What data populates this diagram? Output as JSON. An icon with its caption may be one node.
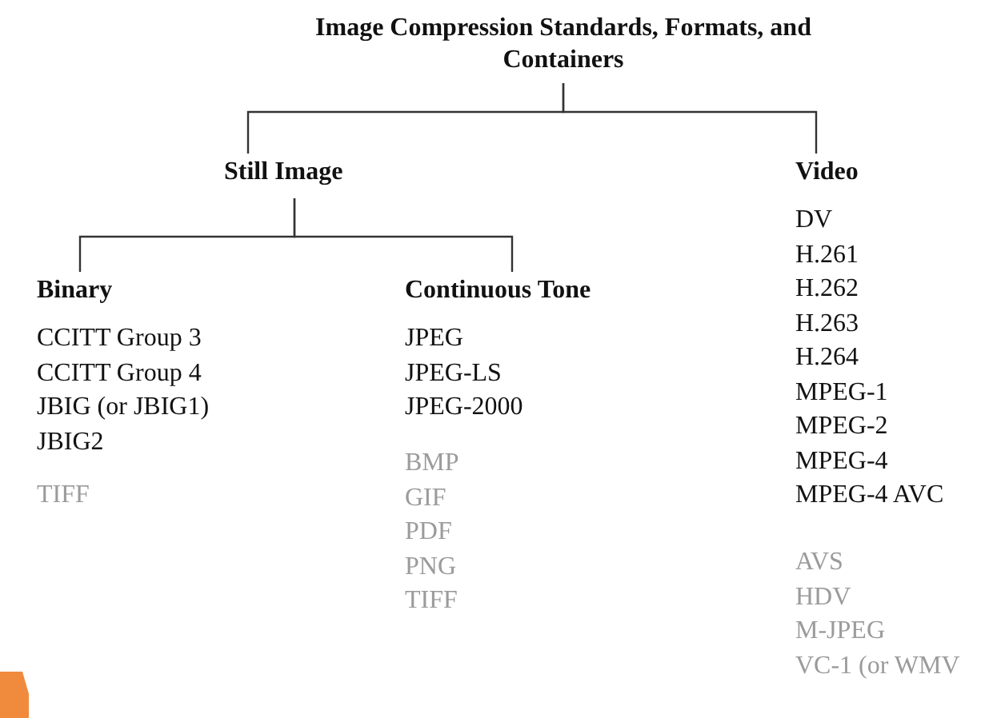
{
  "diagram": {
    "nodes": [
      {
        "text": [
          "Image Compression Standards, Formats, and Containers"
        ]
      },
      {
        "text": [
          "Still Image"
        ]
      },
      {
        "text": [
          "Video",
          "DV",
          "H.261",
          "H.262",
          "H.263",
          "H.264",
          "MPEG-1",
          "MPEG-2",
          "MPEG-4",
          "MPEG-4 AVC"
        ]
      },
      {
        "text": [
          "Binary",
          "CCITT Group 3",
          "CCITT Group 4",
          "JBIG (or JBIG1)",
          "JBIG2"
        ]
      },
      {
        "text": [
          "Continuous Tone",
          "JPEG",
          "JPEG-LS",
          "JPEG-2000"
        ]
      },
      {
        "text": [
          "TIFF"
        ]
      },
      {
        "text": [
          "BMP",
          "GIF",
          "PDF",
          "PNG",
          "TIFF"
        ]
      },
      {
        "text": [
          "AVS",
          "HDV",
          "M-JPEG",
          "VC-1 (or WMV"
        ]
      }
    ],
    "edges": [
      {
        "from": 0,
        "to": 1,
        "arrow": "none"
      },
      {
        "from": 0,
        "to": 2,
        "arrow": "none"
      },
      {
        "from": 1,
        "to": 3,
        "arrow": "none"
      },
      {
        "from": 1,
        "to": 4,
        "arrow": "none"
      }
    ]
  }
}
